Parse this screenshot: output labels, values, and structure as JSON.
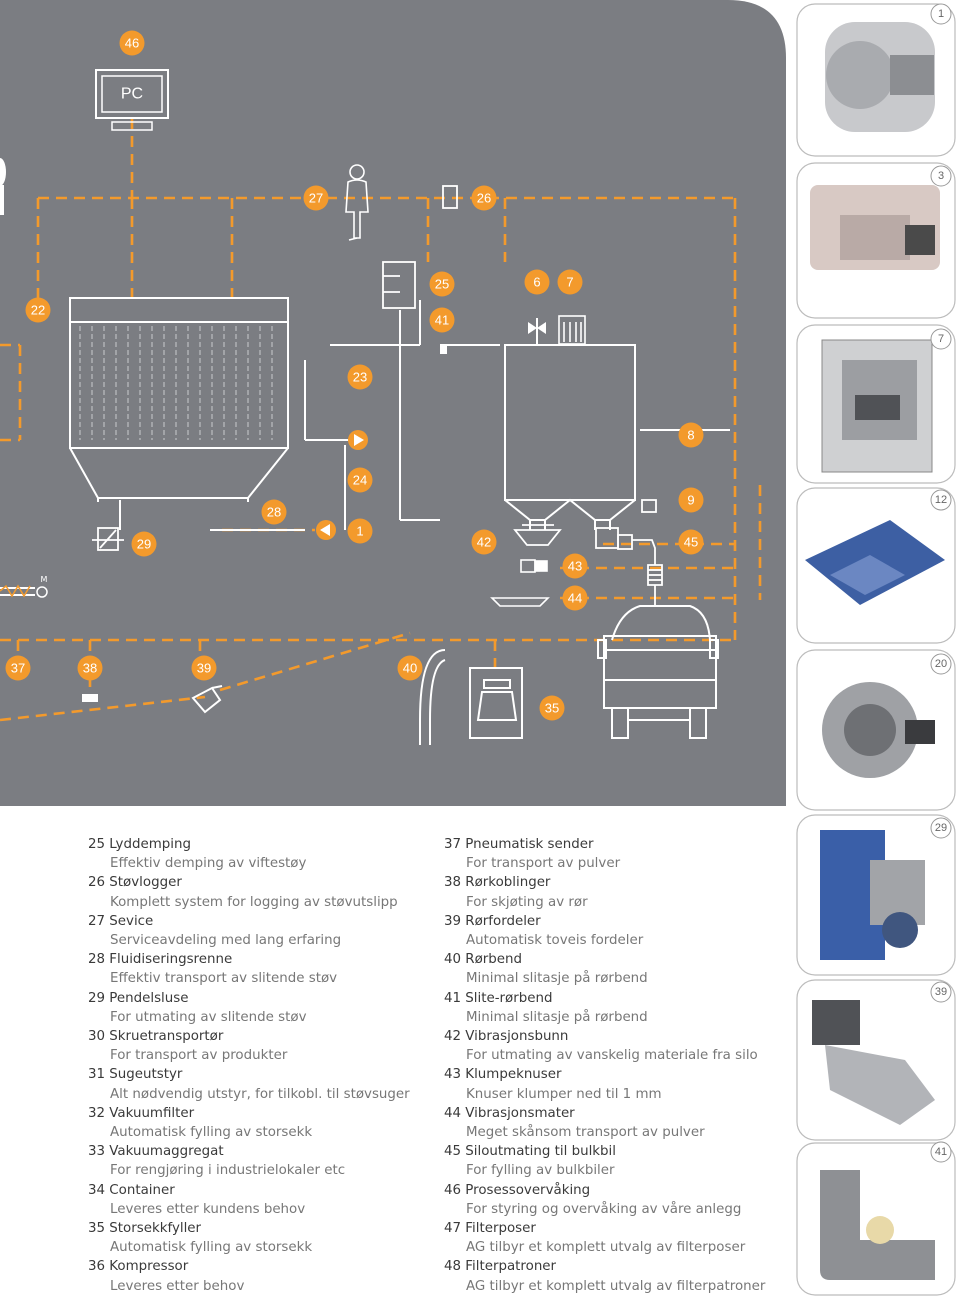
{
  "diagram": {
    "pc_label": "PC",
    "motor_label": "M",
    "badges": [
      "46",
      "27",
      "26",
      "25",
      "6",
      "7",
      "22",
      "41",
      "23",
      "8",
      "24",
      "28",
      "9",
      "29",
      "1",
      "42",
      "45",
      "43",
      "44",
      "37",
      "38",
      "39",
      "40",
      "35"
    ],
    "side_numbers": [
      "1",
      "3",
      "7",
      "12",
      "20",
      "29",
      "39",
      "41"
    ]
  },
  "legend_left": [
    {
      "title": "25 Lyddemping",
      "desc": "Effektiv demping av viftestøy"
    },
    {
      "title": "26 Støvlogger",
      "desc": "Komplett system for logging av støvutslipp"
    },
    {
      "title": "27 Sevice",
      "desc": "Serviceavdeling med lang erfaring"
    },
    {
      "title": "28 Fluidiseringsrenne",
      "desc": "Effektiv transport av slitende støv"
    },
    {
      "title": "29 Pendelsluse",
      "desc": "For utmating av slitende støv"
    },
    {
      "title": "30 Skruetransportør",
      "desc": "For transport av produkter"
    },
    {
      "title": "31 Sugeutstyr",
      "desc": "Alt nødvendig utstyr, for tilkobl. til støvsuger"
    },
    {
      "title": "32 Vakuumfilter",
      "desc": "Automatisk fylling av storsekk"
    },
    {
      "title": "33 Vakuumaggregat",
      "desc": "For rengjøring i industrielokaler etc"
    },
    {
      "title": "34 Container",
      "desc": "Leveres etter kundens behov"
    },
    {
      "title": "35 Storsekkfyller",
      "desc": "Automatisk fylling av storsekk"
    },
    {
      "title": "36 Kompressor",
      "desc": "Leveres etter behov"
    }
  ],
  "legend_right": [
    {
      "title": "37 Pneumatisk sender",
      "desc": "For transport av pulver"
    },
    {
      "title": "38 Rørkoblinger",
      "desc": "For skjøting av rør"
    },
    {
      "title": "39 Rørfordeler",
      "desc": "Automatisk toveis fordeler"
    },
    {
      "title": "40 Rørbend",
      "desc": "Minimal slitasje på rørbend"
    },
    {
      "title": "41 Slite-rørbend",
      "desc": "Minimal slitasje på rørbend"
    },
    {
      "title": "42 Vibrasjonsbunn",
      "desc": "For utmating av vanskelig materiale fra silo"
    },
    {
      "title": "43 Klumpeknuser",
      "desc": "Knuser klumper ned til 1 mm"
    },
    {
      "title": "44 Vibrasjonsmater",
      "desc": "Meget skånsom transport av pulver"
    },
    {
      "title": "45 Siloutmating til bulkbil",
      "desc": "For fylling av bulkbiler"
    },
    {
      "title": "46 Prosessovervåking",
      "desc": "For styring og overvåking av våre anlegg"
    },
    {
      "title": "47 Filterposer",
      "desc": "AG tilbyr et komplett utvalg av filterposer"
    },
    {
      "title": "48 Filterpatroner",
      "desc": "AG tilbyr et komplett utvalg av filterpatroner"
    }
  ],
  "colors": {
    "panel": "#7b7d82",
    "accent": "#f39a2c",
    "line": "#ffffff",
    "photo_frame": "#bcbcbc"
  }
}
